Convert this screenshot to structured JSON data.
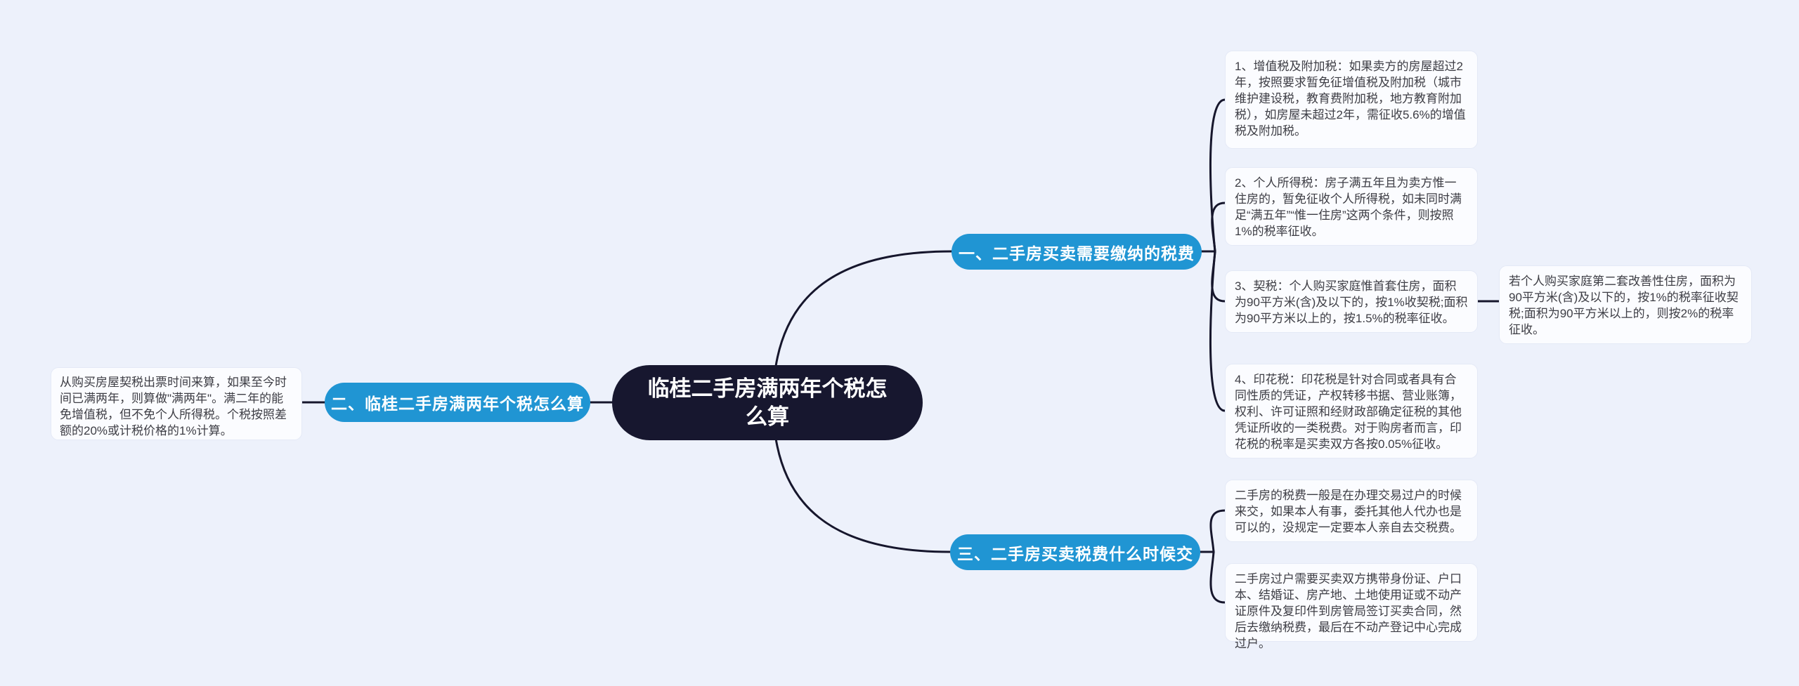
{
  "colors": {
    "background": "#edf1fb",
    "node_primary": "#2095d3",
    "node_root": "#17172f",
    "connector": "#16162c",
    "note_bg": "#fbfcff",
    "note_border": "#e4e9f6",
    "note_text": "#3d3d44"
  },
  "root": {
    "label": "临桂二手房满两年个税怎么算"
  },
  "branch_one": {
    "label": "一、二手房买卖需要缴纳的税费",
    "notes": {
      "vat": "1、增值税及附加税：如果卖方的房屋超过2年，按照要求暂免征增值税及附加税（城市维护建设税，教育费附加税，地方教育附加税），如房屋未超过2年，需征收5.6%的增值税及附加税。",
      "personal_income_tax": "2、个人所得税：房子满五年且为卖方惟一住房的，暂免征收个人所得税，如未同时满足“满五年”“惟一住房”这两个条件，则按照1%的税率征收。",
      "deed_tax": "3、契税：个人购买家庭惟首套住房，面积为90平方米(含)及以下的，按1%收契税;面积为90平方米以上的，按1.5%的税率征收。",
      "deed_tax_second_home": "若个人购买家庭第二套改善性住房，面积为90平方米(含)及以下的，按1%的税率征收契税;面积为90平方米以上的，则按2%的税率征收。",
      "stamp_tax": "4、印花税：印花税是针对合同或者具有合同性质的凭证，产权转移书据、营业账簿，权利、许可证照和经财政部确定征税的其他凭证所收的一类税费。对于购房者而言，印花税的税率是买卖双方各按0.05%征收。"
    }
  },
  "branch_two": {
    "label": "二、临桂二手房满两年个税怎么算",
    "notes": {
      "explanation": "从购买房屋契税出票时间来算，如果至今时间已满两年，则算做\"满两年\"。满二年的能免增值税，但不免个人所得税。个税按照差额的20%或计税价格的1%计算。"
    }
  },
  "branch_three": {
    "label": "三、二手房买卖税费什么时候交",
    "notes": {
      "when_to_pay": "二手房的税费一般是在办理交易过户的时候来交，如果本人有事，委托其他人代办也是可以的，没规定一定要本人亲自去交税费。",
      "transfer_procedure": "二手房过户需要买卖双方携带身份证、户口本、结婚证、房产地、土地使用证或不动产证原件及复印件到房管局签订买卖合同，然后去缴纳税费，最后在不动产登记中心完成过户。"
    }
  }
}
